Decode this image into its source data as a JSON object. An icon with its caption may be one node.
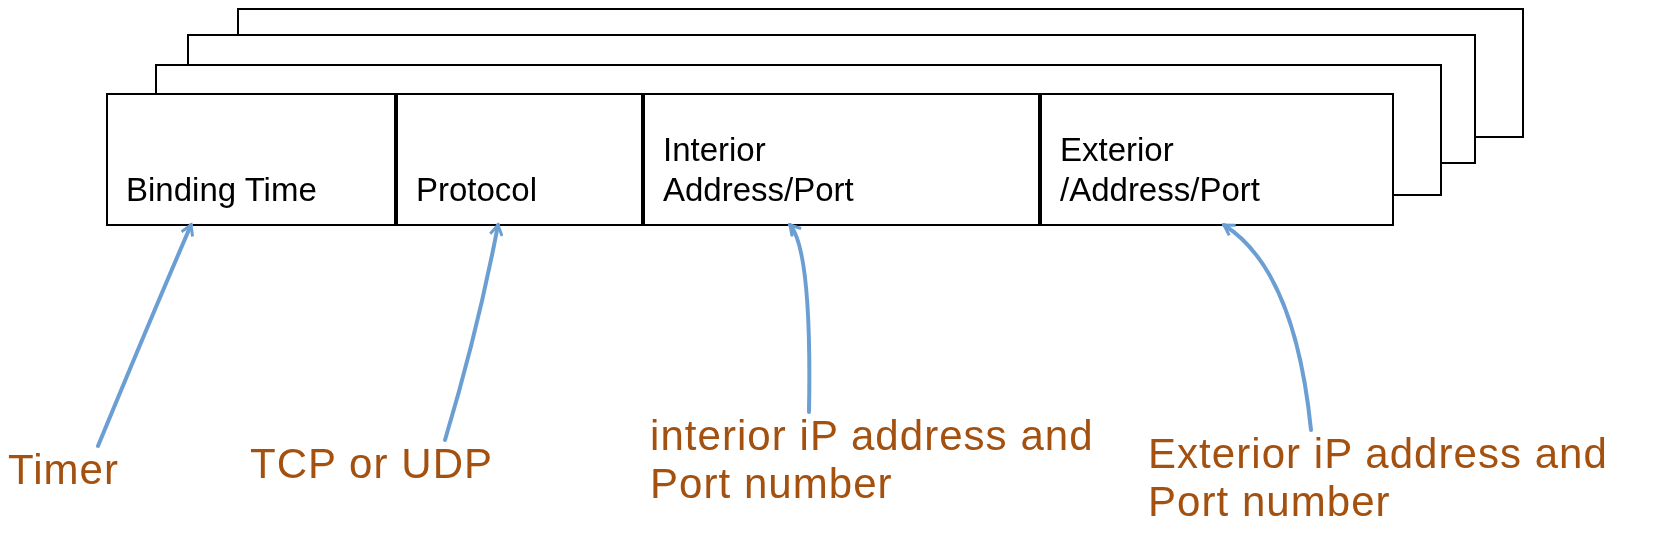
{
  "diagram": {
    "nodes": [
      {
        "text": [],
        "shape": "box"
      },
      {
        "text": [],
        "shape": "box"
      },
      {
        "text": [],
        "shape": "box"
      },
      {
        "text": [],
        "shape": "box"
      },
      {
        "text": [
          "Binding Time"
        ],
        "in": 3
      },
      {
        "text": [
          "Protocol"
        ],
        "in": 3
      },
      {
        "text": [
          "Interior Address/Port"
        ],
        "in": 3
      },
      {
        "text": [
          "Exterior /Address/Port"
        ],
        "in": 3
      },
      {
        "text": [
          "Timer"
        ]
      },
      {
        "text": [
          "TCP or UDP"
        ]
      },
      {
        "text": [
          "interior iP address and Port number"
        ]
      },
      {
        "text": [
          "Exterior iP address and Port number"
        ]
      }
    ],
    "edges": [
      {
        "from": 8,
        "to": 4,
        "arrow": "to"
      },
      {
        "from": 9,
        "to": 5,
        "arrow": "to"
      },
      {
        "from": 10,
        "to": 6,
        "arrow": "to"
      },
      {
        "from": 11,
        "to": 7,
        "arrow": "to"
      }
    ]
  }
}
